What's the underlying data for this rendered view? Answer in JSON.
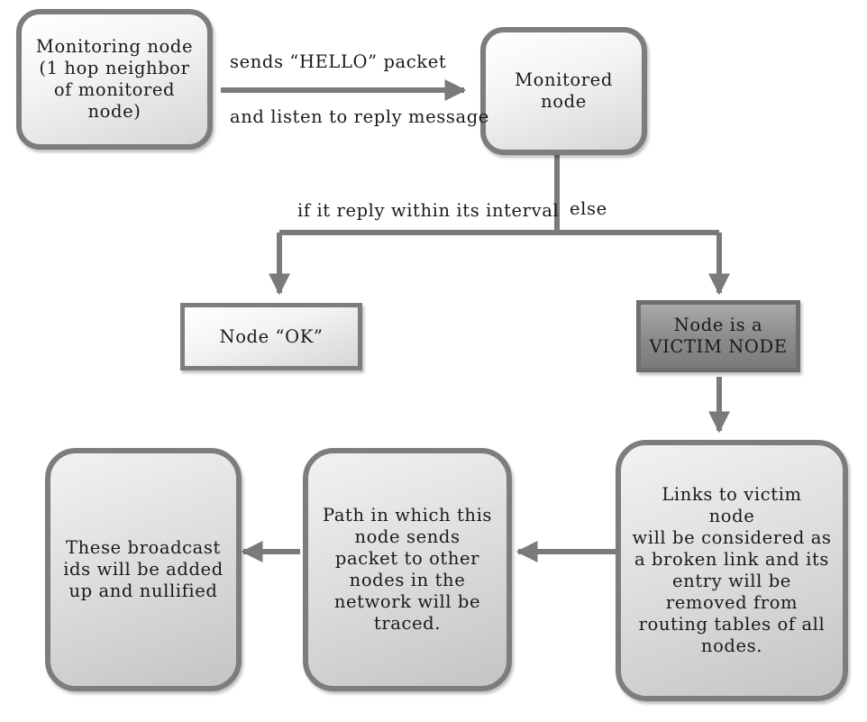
{
  "nodes": {
    "monitoring": "Monitoring node\n(1 hop neighbor\nof monitored\nnode)",
    "monitored": "Monitored\nnode",
    "ok": "Node “OK”",
    "victim": "Node is a\nVICTIM NODE",
    "links": "Links to victim\nnode\nwill be considered as\na broken link and its\nentry will be\nremoved from\nrouting tables of all\nnodes.",
    "path": "Path in which this\nnode sends\npacket to other\nnodes in the\nnetwork will be\ntraced.",
    "broadcast": "These broadcast\nids will be added\nup and nullified"
  },
  "edges": {
    "sends": "sends “HELLO” packet",
    "listen": "and listen to reply message",
    "reply": "if it reply within its interval",
    "else": "else"
  }
}
